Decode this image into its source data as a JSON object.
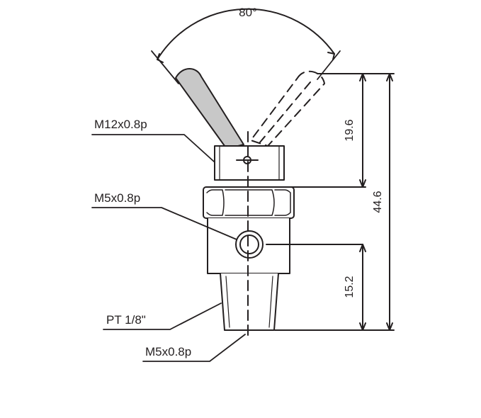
{
  "diagram": {
    "angle_label": "80°",
    "labels": {
      "port_top": "M12x0.8p",
      "port_side": "M5x0.8p",
      "thread": "PT 1/8\"",
      "port_bottom": "M5x0.8p"
    },
    "dimensions": {
      "upper": "19.6",
      "overall": "44.6",
      "lower": "15.2"
    },
    "colors": {
      "line": "#231f20",
      "handle_fill": "#c8c8c8"
    }
  }
}
